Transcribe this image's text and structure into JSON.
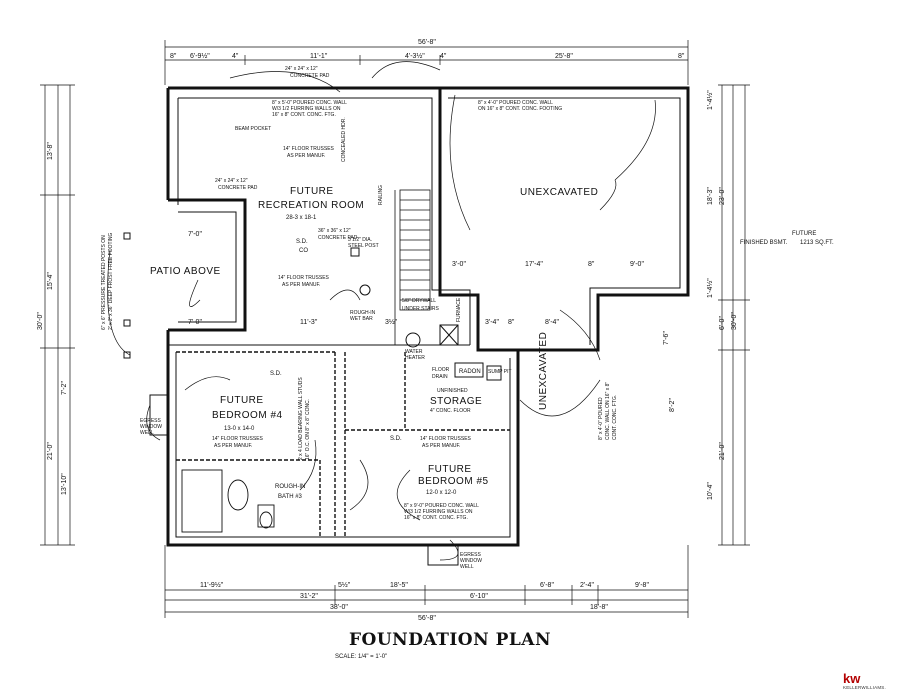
{
  "plan": {
    "title": "FOUNDATION PLAN",
    "scale": "SCALE: 1/4\" = 1'-0\"",
    "dims_top": [
      "56'-8\"",
      "8\"",
      "6'-9½\"",
      "4\"",
      "11'-1\"",
      "4'-3½\"",
      "4\"",
      "25'-8\"",
      "8\""
    ],
    "dims_bottom": [
      "11'-9½\"",
      "5½\"",
      "18'-5\"",
      "6'-8\"",
      "2'-4\"",
      "9'-8\"",
      "31'-2\"",
      "6'-10\"",
      "38'-0\"",
      "18'-8\"",
      "56'-8\""
    ],
    "dims_left": [
      "13'-8\"",
      "15'-4\"",
      "30'-0\"",
      "7'-2\"",
      "21'-0\"",
      "13'-10\""
    ],
    "dims_right": [
      "1'-4½\"",
      "18'-3\"",
      "23'-0\"",
      "1'-4½\"",
      "6'-0\"",
      "30'-0\"",
      "7'-6\"",
      "8'-2\"",
      "21'-0\"",
      "10'-4\""
    ],
    "dims_inner": [
      "7'-0\"",
      "7'-0\"",
      "17'-4\"",
      "3'-0\"",
      "8\"",
      "9'-0\"",
      "3'-4\"",
      "8\"",
      "8'-4\"",
      "11'-3\"",
      "3½\""
    ],
    "rooms": {
      "rec_future": "FUTURE",
      "rec_name": "RECREATION ROOM",
      "rec_size": "28-3 x 18-1",
      "unexcavated_1": "UNEXCAVATED",
      "unexcavated_2": "UNEXCAVATED",
      "patio": "PATIO ABOVE",
      "bed4_future": "FUTURE",
      "bed4_name": "BEDROOM #4",
      "bed4_size": "13-0 x 14-0",
      "bed5_future": "FUTURE",
      "bed5_name": "BEDROOM #5",
      "bed5_size": "12-0 x 12-0",
      "storage_name": "STORAGE",
      "storage_sub": "UNFINISHED",
      "storage_floor": "4\" CONC. FLOOR",
      "radon": "RADON",
      "sump": "SUMP PIT",
      "bath_name": "ROUGH-IN",
      "bath_sub": "BATH #3"
    },
    "future_note": [
      "FUTURE",
      "FINISHED BSMT.",
      "1213 SQ.FT."
    ],
    "notes": {
      "conc_pad_top": "24\" x 24\" x 12\"",
      "conc_pad_top2": "CONCRETE PAD",
      "wall_top_a": "8\" x 5'-0\" POURED CONC. WALL",
      "wall_top_b": "W/3 1/2 FURRING WALLS ON",
      "wall_top_c": "16\" x 8\" CONT. CONC. FTG.",
      "wall_right_a": "8\" x 4'-0\" POURED CONC. WALL",
      "wall_right_b": "ON 16\" x 8\" CONT. CONC. FOOTING",
      "beam_pocket": "BEAM POCKET",
      "concealed_hdr": "CONCEALED HDR.",
      "as_per_manuf": "AS PER MANUF.",
      "floor_trusses": "14\" FLOOR TRUSSES",
      "floor_trusses2": "AS PER MANUF.",
      "conc_pad_mid": "24\" x 24\" x 12\"",
      "conc_pad_mid2": "CONCRETE PAD",
      "conc_pad_36": "36\" x 36\" x 12\"",
      "conc_pad_36b": "CONCRETE PAD",
      "steel_post": "3 1/2\" DIA.",
      "steel_post2": "STEEL POST",
      "sd": "S.D.",
      "co": "CO",
      "rough_in_wet_bar": "ROUGH-IN",
      "wet_bar": "WET BAR",
      "drywall_under_stairs": "5/8\" DRYWALL",
      "drywall_under_stairs2": "UNDER STAIRS",
      "water_heater": "WATER",
      "water_heater2": "HEATER",
      "floor_drain": "FLOOR",
      "floor_drain2": "DRAIN",
      "furnace": "FURNACE",
      "railing": "RAILING",
      "pressure_treated": "6\" x 6\" PRESSURE TREATED POSTS ON",
      "pressure_treated2": "2' x 2' x 36\" DEEP FROST FREE FOOTING",
      "egress": "EGRESS",
      "egress2": "WINDOW",
      "egress3": "WELL",
      "load_bearing": "2 x 4 LOAD BEARING WALL STUDS",
      "load_bearing2": "16\" O.C. ON 8\" x 8\" CONC.",
      "wall_4ft_a": "8\" x 4'-0\" POURED",
      "wall_4ft_b": "CONC. WALL ON 16\" x 8\"",
      "wall_4ft_c": "CONT. CONC. FTG.",
      "wall_9ft_a": "8\" x 9'-0\" POURED CONC. WALL",
      "wall_9ft_b": "W/3 1/2 FURRING WALLS ON",
      "wall_9ft_c": "16\" x 8\" CONT. CONC. FTG."
    }
  },
  "brand": {
    "logo": "kw",
    "sub": "KELLERWILLIAMS."
  }
}
